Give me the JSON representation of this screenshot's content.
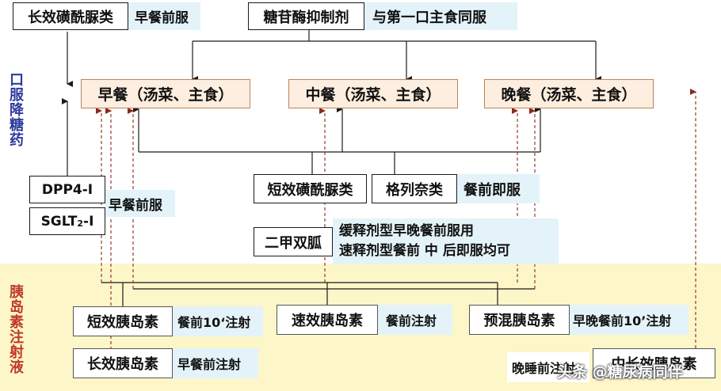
{
  "side_labels": {
    "oral": "口服降糖药",
    "insulin": "胰岛素注射液"
  },
  "oral": {
    "long_su": "长效磺酰脲类",
    "long_su_timing": "早餐前服",
    "agi": "糖苷酶抑制剂",
    "agi_timing": "与第一口主食同服",
    "dpp4": "DPP4-I",
    "sglt2_main": "SGLT",
    "sglt2_sub": "2",
    "sglt2_tail": "-I",
    "dpp4_sglt2_timing": "早餐前服",
    "short_su": "短效磺酰脲类",
    "glinide": "格列奈类",
    "short_su_glinide_timing": "餐前即服",
    "metformin": "二甲双胍",
    "metformin_note_1": "缓释剂型早晚餐前服用",
    "metformin_note_2": "速释剂型餐前 中 后即服均可"
  },
  "meals": {
    "breakfast": "早餐（汤菜、主食）",
    "lunch": "中餐（汤菜、主食）",
    "dinner": "晚餐（汤菜、主食）"
  },
  "insulin": {
    "short": "短效胰岛素",
    "short_timing": "餐前10‘注射",
    "rapid": "速效胰岛素",
    "rapid_timing": "餐前注射",
    "premix": "预混胰岛素",
    "premix_timing": "早晚餐前10’注射",
    "long": "长效胰岛素",
    "long_timing": "早餐前注射",
    "intermediate": "中长效胰岛素",
    "intermediate_timing": "晚睡前注射"
  },
  "watermark": "头条 @糖尿病同伴",
  "colors": {
    "line": "#1a1a1a",
    "dashed": "#8b2a1a",
    "oral_label": "#2e3a9e",
    "insulin_label": "#c0392b",
    "band": "#fcf6c9",
    "note_bg": "#e3f3f9",
    "meal_bg": "#fdeee0"
  }
}
